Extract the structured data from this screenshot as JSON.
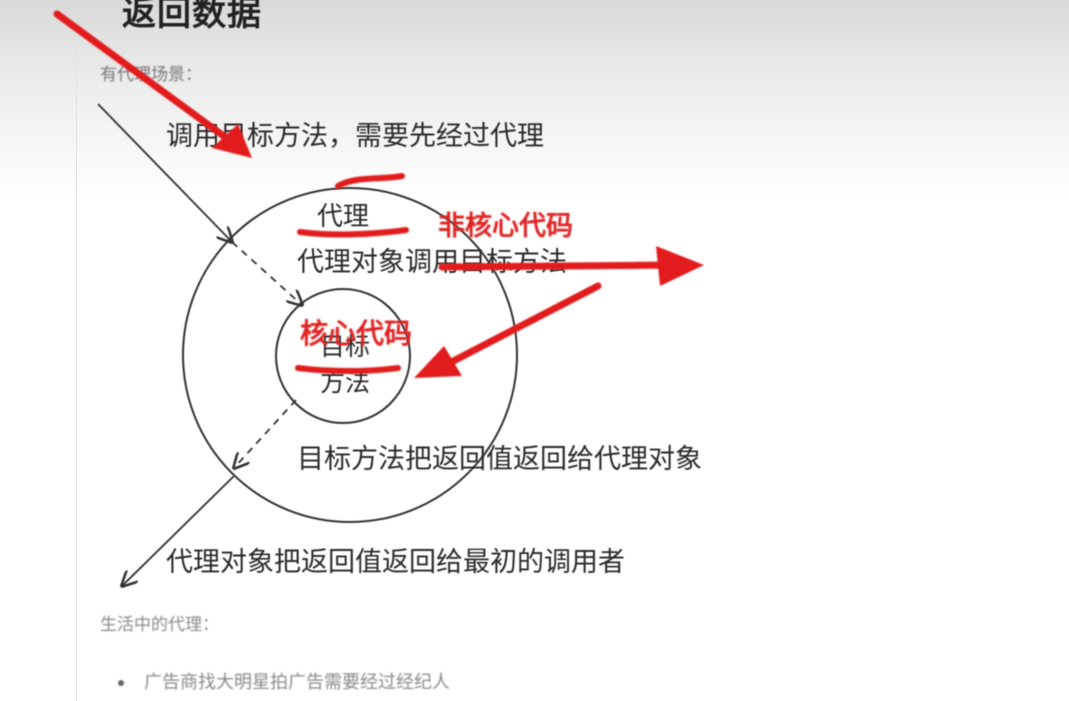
{
  "title": "返回数据",
  "scene_label": "有代理场景：",
  "diagram": {
    "call_text": "调用目标方法，需要先经过代理",
    "proxy_label": "代理",
    "proxy_calls_text": "代理对象调用目标方法",
    "target_line1": "目标",
    "target_line2": "方法",
    "target_returns_text": "目标方法把返回值返回给代理对象",
    "proxy_returns_text": "代理对象把返回值返回给最初的调用者"
  },
  "annotations": {
    "non_core_code": "非核心代码",
    "core_code": "核心代码",
    "color": "#e02020"
  },
  "life_label": "生活中的代理：",
  "life_items": [
    "广告商找大明星拍广告需要经过经纪人"
  ]
}
